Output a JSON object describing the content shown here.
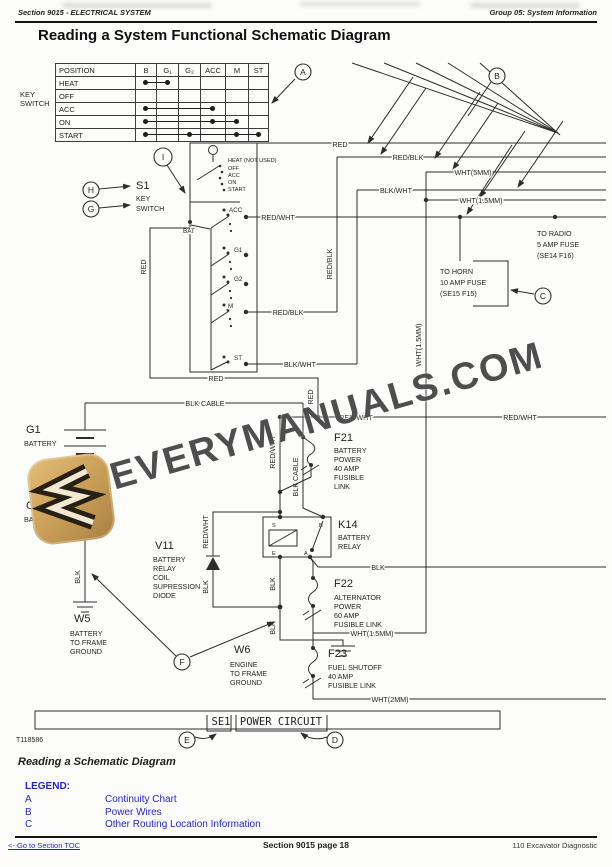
{
  "header": {
    "left": "Section 9015 - ELECTRICAL SYSTEM",
    "right": "Group 05: System Information"
  },
  "title": "Reading a System Functional Schematic Diagram",
  "key_switch_table": {
    "label": [
      "KEY",
      "SWITCH"
    ],
    "columns": [
      {
        "key": "POSITION",
        "label": "POSITION"
      },
      {
        "key": "B",
        "label": "B"
      },
      {
        "key": "G1",
        "label": "G₁"
      },
      {
        "key": "G2",
        "label": "G₂"
      },
      {
        "key": "ACC",
        "label": "ACC"
      },
      {
        "key": "M",
        "label": "M"
      },
      {
        "key": "ST",
        "label": "ST"
      }
    ],
    "rows": [
      {
        "position": "HEAT",
        "contacts": [
          "B",
          "G1"
        ]
      },
      {
        "position": "OFF",
        "contacts": []
      },
      {
        "position": "ACC",
        "contacts": [
          "B",
          "ACC"
        ]
      },
      {
        "position": "ON",
        "contacts": [
          "B",
          "ACC",
          "M"
        ]
      },
      {
        "position": "START",
        "contacts": [
          "B",
          "G2",
          "M",
          "ST"
        ]
      }
    ]
  },
  "callouts": [
    "A",
    "B",
    "C",
    "D",
    "E",
    "F",
    "G",
    "H",
    "I"
  ],
  "schematic": {
    "s1": {
      "id": "S1",
      "l1": "KEY",
      "l2": "SWITCH"
    },
    "positions": [
      "HEAT (NOT USED)",
      "OFF",
      "ACC",
      "ON",
      "START"
    ],
    "terminals": {
      "bat": "BAT",
      "acc": "ACC",
      "g1": "G1",
      "g2": "G2",
      "m": "M",
      "st": "ST"
    },
    "relay_terminals": [
      "S",
      "B",
      "E",
      "A"
    ],
    "wires": {
      "red": "RED",
      "red_blk": "RED/BLK",
      "red_wht": "RED/WHT",
      "blk_wht": "BLK/WHT",
      "blk": "BLK",
      "blk_cable": "BLK CABLE",
      "wht5": "WHT(5MM)",
      "wht15": "WHT(1.5MM)",
      "wht2": "WHT(2MM)"
    },
    "to_radio": [
      "TO RADIO",
      "5 AMP FUSE",
      "(SE14 F16)"
    ],
    "to_horn": [
      "TO HORN",
      "10 AMP FUSE",
      "(SE15 F15)"
    ],
    "g1": [
      "G1",
      "BATTERY"
    ],
    "g2": [
      "G2",
      "BATTERY"
    ],
    "f21": [
      "F21",
      "BATTERY",
      "POWER",
      "40 AMP",
      "FUSIBLE",
      "LINK"
    ],
    "k14": [
      "K14",
      "BATTERY",
      "RELAY"
    ],
    "v11": [
      "V11",
      "BATTERY",
      "RELAY",
      "COIL",
      "SUPRESSION",
      "DIODE"
    ],
    "f22": [
      "F22",
      "ALTERNATOR",
      "POWER",
      "60 AMP",
      "FUSIBLE LINK"
    ],
    "f23": [
      "F23",
      "FUEL SHUTOFF",
      "40 AMP",
      "FUSIBLE LINK"
    ],
    "w5": [
      "W5",
      "BATTERY",
      "TO FRAME",
      "GROUND"
    ],
    "w6": [
      "W6",
      "ENGINE",
      "TO FRAME",
      "GROUND"
    ],
    "power_bar": {
      "se1": "SE1",
      "label": "POWER CIRCUIT"
    }
  },
  "watermark": {
    "text": "EVERYMANUALS.COM"
  },
  "figure_id": "T118586",
  "caption": "Reading a Schematic Diagram",
  "legend": {
    "heading": "LEGEND:",
    "items": [
      {
        "key": "A",
        "desc": "Continuity Chart"
      },
      {
        "key": "B",
        "desc": "Power Wires"
      },
      {
        "key": "C",
        "desc": "Other Routing Location Information"
      }
    ]
  },
  "footer": {
    "toc_link": "<- Go to Section TOC",
    "center": "Section 9015 page 18",
    "right": "110 Excavator Diagnostic"
  },
  "colors": {
    "legend_blue": "#2525cd",
    "line": "#2d2d2d",
    "watermark_gray": "#4e4e4e",
    "logo_gold": "#cda25b"
  }
}
